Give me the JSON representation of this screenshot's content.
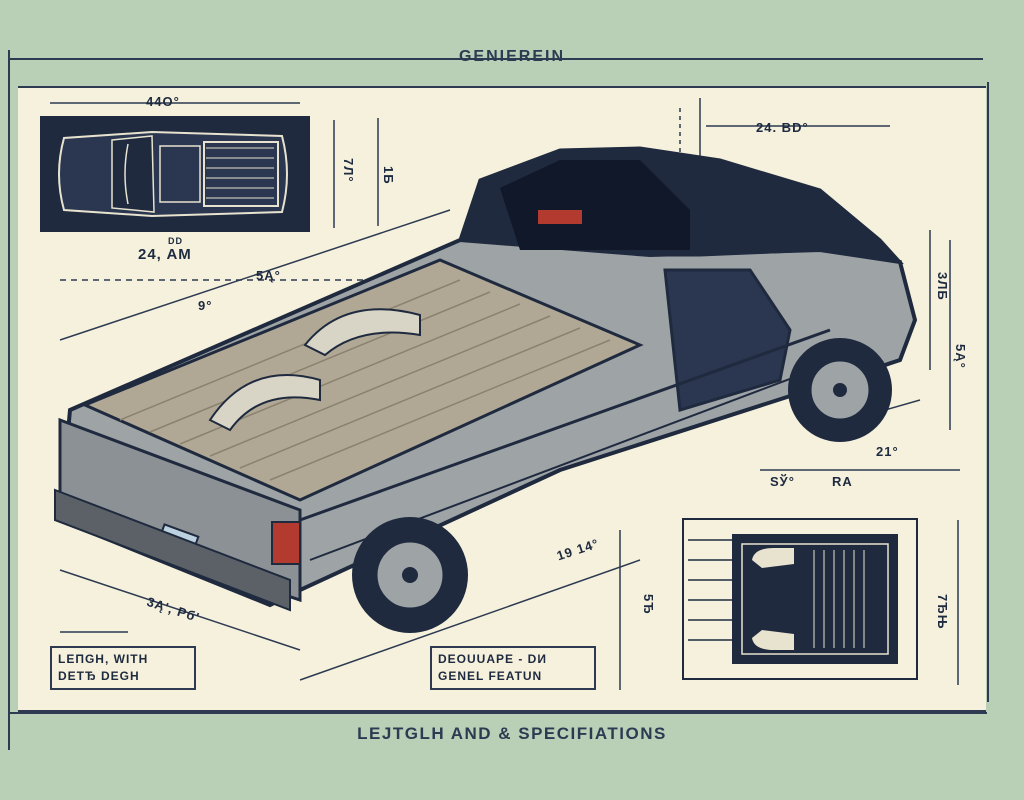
{
  "header": {
    "title": "GENIEREIN"
  },
  "footer": {
    "title": "LEJTGLH AND & SPECIFIATIONS"
  },
  "dimensions": {
    "top_view_width": "44Ο°",
    "top_view_height_a": "7Л°",
    "top_view_height_b": "1Б",
    "top_view_caption_small": "DD",
    "top_view_caption": "24, AM",
    "cab_length": "24. BD°",
    "bed_diagonal_left": "9°",
    "bed_diagonal_mid": "5Ą°",
    "right_height_a": "3ЛБ",
    "right_height_b": "5Ą°",
    "right_width_a": "21°",
    "right_width_b": "SЎ°",
    "right_width_c": "RA",
    "bottom_length": "19  14°",
    "front_length": "3Ą', Pб'",
    "panel_height_left": "5Ђ",
    "panel_height_right": "7ЂЊ"
  },
  "boxes": {
    "left_line1": "LEПGH, WITH",
    "left_line2": "DEТЂ DEGН",
    "right_line1": "DEOUUAPE - DИ",
    "right_line2": "GENEL FEATUN"
  },
  "colors": {
    "background": "#b9cfb6",
    "paper": "#f5f1dc",
    "ink": "#2d3a52",
    "truck_body": "#9ea3a6",
    "truck_dark": "#1f2a3f",
    "bed_wood": "#b0a895",
    "tail_light": "#b23a2e"
  },
  "icons": [
    "pickup-truck-illustration",
    "top-view-truck-icon",
    "bed-top-view-icon"
  ]
}
